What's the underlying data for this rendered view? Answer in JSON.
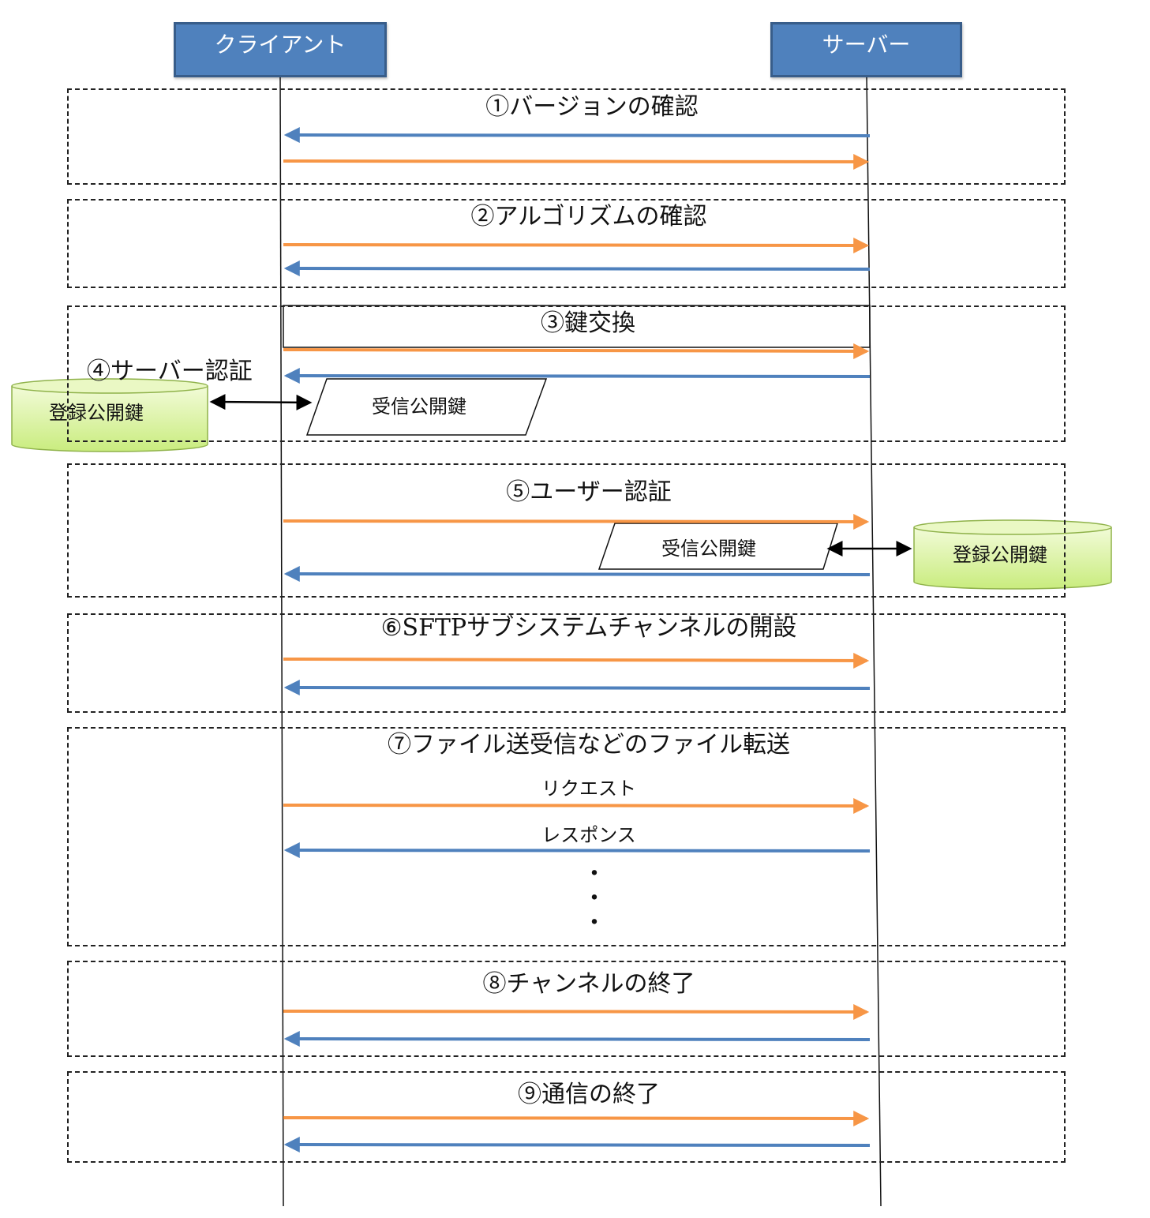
{
  "actors": {
    "client": "クライアント",
    "server": "サーバー"
  },
  "sections": {
    "s1": "①バージョンの確認",
    "s2": "②アルゴリズムの確認",
    "s3": "③鍵交換",
    "s4": "④サーバー認証",
    "s5": "⑤ユーザー認証",
    "s6": "⑥SFTPサブシステムチャンネルの開設",
    "s7": "⑦ファイル送受信などのファイル転送",
    "s8": "⑧チャンネルの終了",
    "s9": "⑨通信の終了"
  },
  "messages": {
    "request": "リクエスト",
    "response": "レスポンス",
    "continuation": "・\n・\n・"
  },
  "keys": {
    "received_key_client": "受信公開鍵",
    "registered_key_client": "登録公開鍵",
    "received_key_server": "受信公開鍵",
    "registered_key_server": "登録公開鍵"
  },
  "colors": {
    "client_to_server": "#f79646",
    "server_to_client": "#4f81bd",
    "actor_box": "#4f81bd",
    "database": "#d7f29a"
  }
}
